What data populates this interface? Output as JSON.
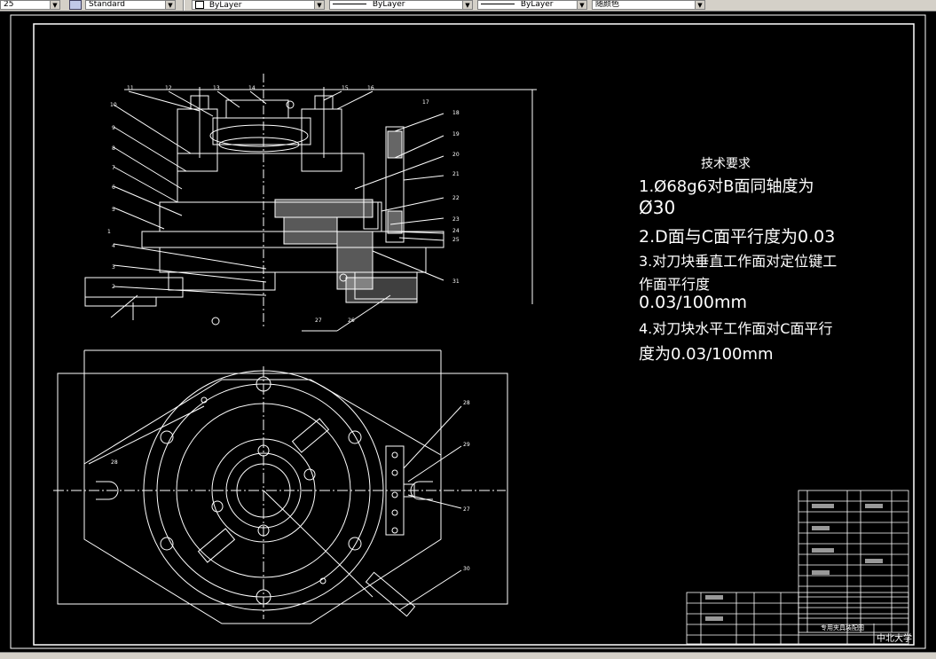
{
  "toolbar": {
    "fragment_left": "25",
    "text_style": "Standard",
    "layer": "ByLayer",
    "linetype": "ByLayer",
    "lineweight": "ByLayer",
    "color": "随颜色"
  },
  "drawing": {
    "tech_title": "技术要求",
    "req1": "1.Ø68g6对B面同轴度为",
    "req1b": "Ø30",
    "req2": "2.D面与C面平行度为0.03",
    "req3": "3.对刀块垂直工作面对定位键工",
    "req3b": "作面平行度",
    "req3c": "0.03/100mm",
    "req4": "4.对刀块水平工作面对C面平行",
    "req4b": "度为0.03/100mm",
    "title_block_school": "中北大学",
    "title_block_name": "专用夹具装配图",
    "callouts_front": [
      "1",
      "2",
      "3",
      "4",
      "5",
      "6",
      "7",
      "8",
      "9",
      "10",
      "11",
      "12",
      "13",
      "14",
      "15",
      "16",
      "17",
      "18",
      "19",
      "20",
      "21",
      "22",
      "23",
      "24",
      "25",
      "31",
      "27",
      "26"
    ],
    "callouts_top": [
      "28",
      "28",
      "29",
      "27",
      "30"
    ]
  },
  "colors": {
    "background": "#000000",
    "lines": "#ffffff",
    "toolbar": "#d4d0c8"
  }
}
